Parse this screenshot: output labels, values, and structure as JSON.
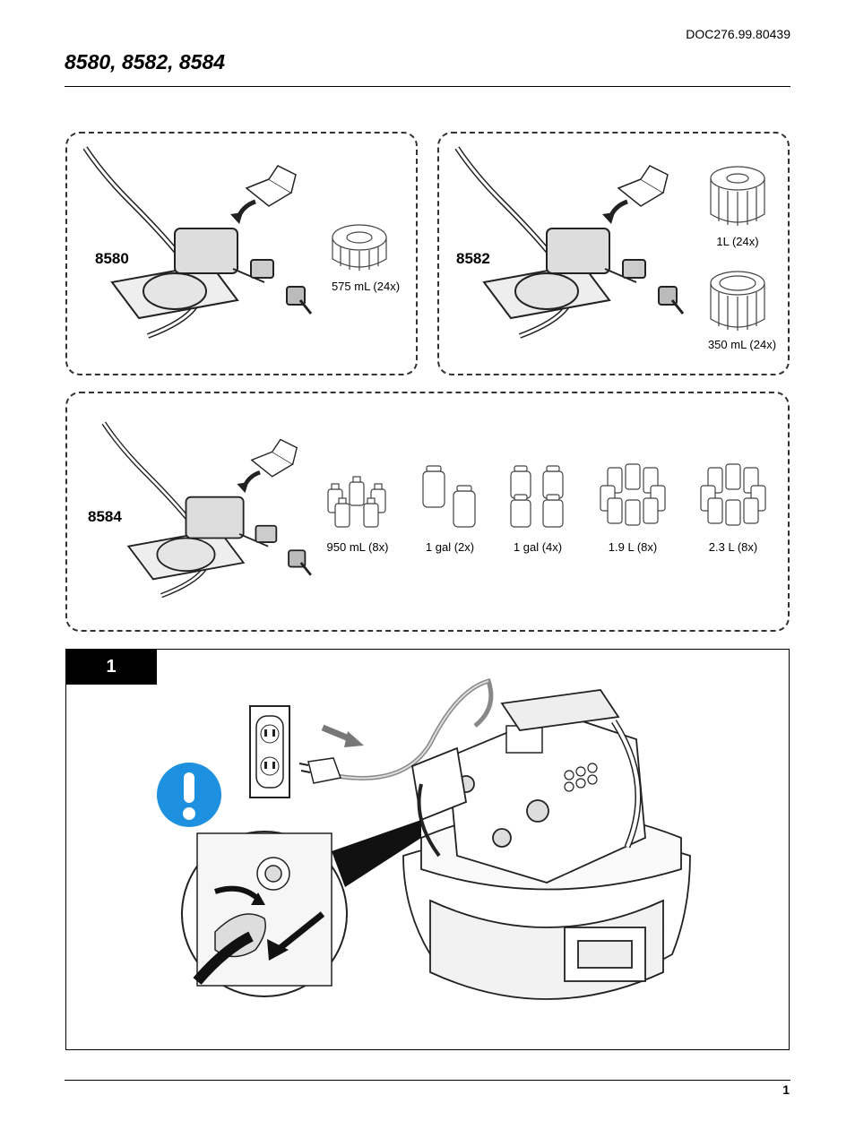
{
  "header": {
    "doc_id": "DOC276.99.80439",
    "title": "8580, 8582, 8584"
  },
  "panels": [
    {
      "model": "8580",
      "containers": [
        {
          "label": "575 mL (24x)"
        }
      ]
    },
    {
      "model": "8582",
      "containers": [
        {
          "label": "1L (24x)"
        },
        {
          "label": "350 mL (24x)"
        }
      ]
    },
    {
      "model": "8584",
      "containers": [
        {
          "label": "950 mL (8x)"
        },
        {
          "label": "1 gal (2x)"
        },
        {
          "label": "1 gal (4x)"
        },
        {
          "label": "1.9 L (8x)"
        },
        {
          "label": "2.3 L (8x)"
        }
      ]
    }
  ],
  "step": {
    "number": "1"
  },
  "footer": {
    "page_number": "1"
  },
  "colors": {
    "caution_blue": "#1e90e0",
    "line": "#222222",
    "gray": "#888888"
  }
}
